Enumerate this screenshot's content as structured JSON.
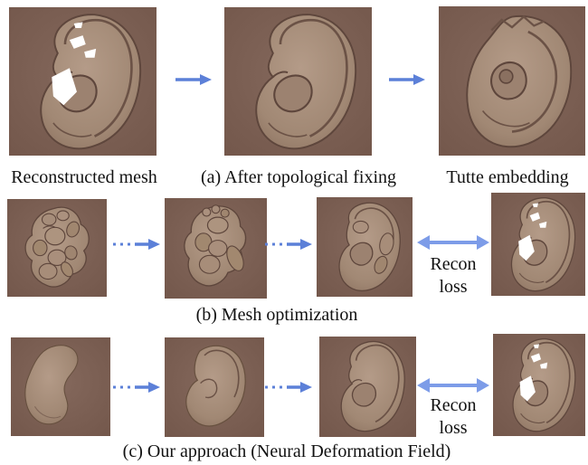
{
  "figure": {
    "row_topology": {
      "caption_left": "Reconstructed mesh",
      "caption_center": "(a) After topological fixing",
      "caption_right": "Tutte embedding"
    },
    "row_mesh_optimization": {
      "caption": "(b) Mesh optimization",
      "recon_loss_line1": "Recon",
      "recon_loss_line2": "loss"
    },
    "row_our_approach": {
      "caption": "(c) Our approach (Neural Deformation Field)",
      "recon_loss_line1": "Recon",
      "recon_loss_line2": "loss"
    }
  },
  "panels": {
    "row_topology": [
      "reconstructed-mesh",
      "after-topological-fixing",
      "tutte-embedding"
    ],
    "row_mesh_optimization": [
      "fragmented-mesh",
      "partially-optimized-mesh",
      "optimized-mesh",
      "reconstructed-mesh-target"
    ],
    "row_our_approach": [
      "template-blob",
      "partially-deformed-ear",
      "deformed-ear",
      "reconstructed-mesh-target"
    ]
  },
  "icons": {
    "solid_arrow": "right-arrow",
    "dotted_arrow": "dotted-right-arrow",
    "double_arrow": "left-right-arrow"
  },
  "colors": {
    "page_background": "#ffffff",
    "caption_text": "#111111",
    "arrow_blue": "#5c80d8",
    "double_arrow_blue": "#7d9ce8",
    "mesh_background": "#7c6054",
    "ear_surface": "#a78e7b",
    "crease_brown": "#5e463c",
    "hole_white": "#ffffff"
  }
}
